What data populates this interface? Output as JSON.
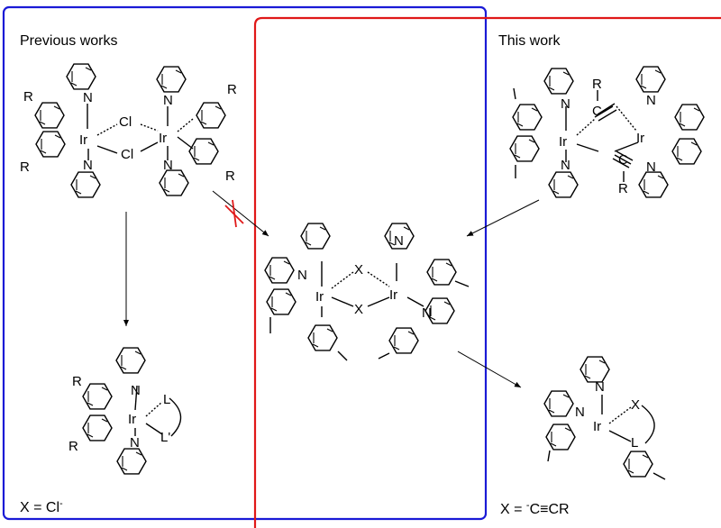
{
  "panels": {
    "previous": {
      "title": "Previous works",
      "border_color": "#1a1ad6",
      "footer": "X = Cl",
      "footer_sup": "-"
    },
    "this": {
      "title": "This work",
      "border_color": "#e01818",
      "footer": "X = ",
      "footer_sup": "-",
      "footer_tail": "C≡CR"
    }
  },
  "atoms": {
    "ir": "Ir",
    "n": "N",
    "cl": "Cl",
    "r": "R",
    "x": "X",
    "l": "L",
    "l_prime": "L'",
    "c": "C"
  },
  "colors": {
    "cross": "#e01818"
  }
}
